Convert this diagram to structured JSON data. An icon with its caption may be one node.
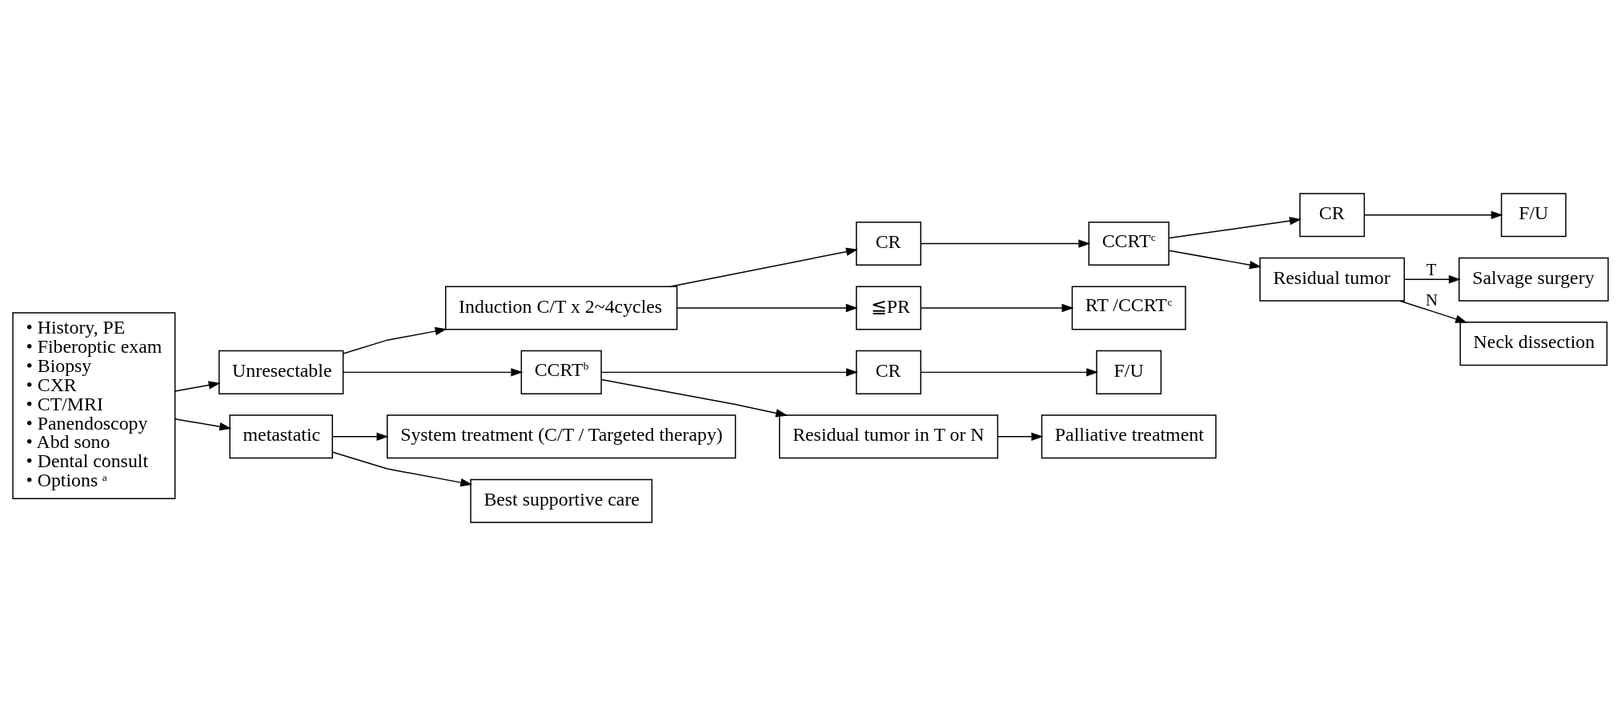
{
  "diagram": {
    "nodes": [
      {
        "text": [
          "• History, PE",
          "• Fiberoptic exam",
          "• Biopsy",
          "• CXR",
          "• CT/MRI",
          "• Panendoscopy",
          "• Abd sono",
          "• Dental consult",
          "• Options $^{a}$"
        ]
      },
      {
        "text": [
          "Unresectable"
        ]
      },
      {
        "text": [
          "metastatic"
        ]
      },
      {
        "text": [
          "Induction C/T x 2~4cycles"
        ]
      },
      {
        "text": [
          "CCRT$^{b}$"
        ]
      },
      {
        "text": [
          "CR"
        ]
      },
      {
        "text": [
          "CCRT$^{c}$"
        ]
      },
      {
        "text": [
          "CR"
        ]
      },
      {
        "text": [
          "Residual tumor"
        ]
      },
      {
        "text": [
          "F/U"
        ]
      },
      {
        "text": [
          "Salvage surgery"
        ]
      },
      {
        "text": [
          "Neck dissection"
        ]
      },
      {
        "text": [
          "≦PR"
        ]
      },
      {
        "text": [
          "RT /CCRT$^{c}$"
        ]
      },
      {
        "text": [
          "CR"
        ]
      },
      {
        "text": [
          "F/U"
        ]
      },
      {
        "text": [
          "Residual tumor in T or N"
        ]
      },
      {
        "text": [
          "Palliative treatment"
        ]
      },
      {
        "text": [
          "System treatment (C/T / Targeted therapy)"
        ]
      },
      {
        "text": [
          "Best supportive care"
        ]
      }
    ],
    "edges": [
      {
        "from": 0,
        "to": 1,
        "arrow": "to"
      },
      {
        "from": 0,
        "to": 2,
        "arrow": "to"
      },
      {
        "from": 1,
        "to": 3,
        "arrow": "to"
      },
      {
        "from": 1,
        "to": 4,
        "arrow": "to"
      },
      {
        "from": 3,
        "to": 5,
        "arrow": "to"
      },
      {
        "from": 3,
        "to": 12,
        "arrow": "to"
      },
      {
        "from": 5,
        "to": 6,
        "arrow": "to"
      },
      {
        "from": 6,
        "to": 7,
        "arrow": "to"
      },
      {
        "from": 6,
        "to": 8,
        "arrow": "to"
      },
      {
        "from": 7,
        "to": 9,
        "arrow": "to"
      },
      {
        "from": 8,
        "to": 10,
        "arrow": "to",
        "label": "T"
      },
      {
        "from": 8,
        "to": 11,
        "arrow": "to",
        "label": "N"
      },
      {
        "from": 12,
        "to": 13,
        "arrow": "to"
      },
      {
        "from": 4,
        "to": 14,
        "arrow": "to"
      },
      {
        "from": 4,
        "to": 16,
        "arrow": "to"
      },
      {
        "from": 14,
        "to": 15,
        "arrow": "to"
      },
      {
        "from": 16,
        "to": 17,
        "arrow": "to"
      },
      {
        "from": 2,
        "to": 18,
        "arrow": "to"
      },
      {
        "from": 2,
        "to": 19,
        "arrow": "to"
      }
    ]
  }
}
